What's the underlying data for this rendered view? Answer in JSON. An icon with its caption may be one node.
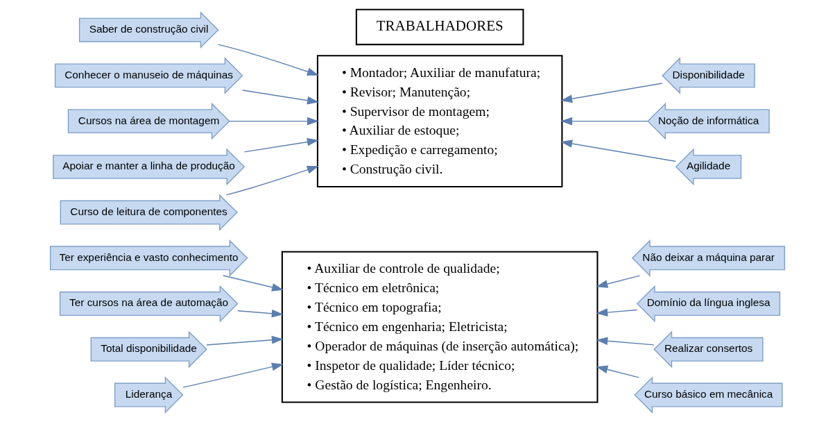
{
  "diagram": {
    "nodes": [
      {
        "text": [
          "TRABALHADORES"
        ]
      },
      {
        "text": [
          "• Montador; Auxiliar de manufatura;",
          "• Revisor; Manutenção;",
          "• Supervisor de montagem;",
          "• Auxiliar de estoque;",
          "• Expedição e carregamento;",
          "• Construção civil."
        ]
      },
      {
        "text": [
          "• Auxiliar de controle de qualidade;",
          "• Técnico em eletrônica;",
          "• Técnico em topografia;",
          "• Técnico em engenharia; Eletricista;",
          "• Operador de máquinas (de inserção automática);",
          "• Inspetor de qualidade; Líder técnico;",
          "• Gestão de logística; Engenheiro."
        ]
      },
      {
        "text": [
          "Curso de leitura de componentes"
        ]
      },
      {
        "text": [
          "Apoiar e manter a linha de produção"
        ]
      },
      {
        "text": [
          "Cursos na área de montagem"
        ]
      },
      {
        "text": [
          "Conhecer o manuseio de máquinas"
        ]
      },
      {
        "text": [
          "Saber de construção civil"
        ]
      },
      {
        "text": [
          "Agilidade"
        ]
      },
      {
        "text": [
          "Noção de informática"
        ]
      },
      {
        "text": [
          "Disponibilidade"
        ]
      },
      {
        "text": [
          "Liderança"
        ]
      },
      {
        "text": [
          "Total disponibilidade"
        ]
      },
      {
        "text": [
          "Ter cursos na área de automação"
        ]
      },
      {
        "text": [
          "Ter experiência e vasto conhecimento"
        ]
      },
      {
        "text": [
          "Curso básico em mecânica"
        ]
      },
      {
        "text": [
          "Realizar consertos"
        ]
      },
      {
        "text": [
          "Domínio da língua inglesa"
        ]
      },
      {
        "text": [
          "Não deixar a máquina parar"
        ]
      }
    ],
    "edges": [
      {
        "from": 3,
        "to": 1,
        "arrow": "to"
      },
      {
        "from": 4,
        "to": 1,
        "arrow": "to"
      },
      {
        "from": 5,
        "to": 1,
        "arrow": "to"
      },
      {
        "from": 6,
        "to": 1,
        "arrow": "to"
      },
      {
        "from": 7,
        "to": 1,
        "arrow": "to"
      },
      {
        "from": 8,
        "to": 1,
        "arrow": "to"
      },
      {
        "from": 9,
        "to": 1,
        "arrow": "to"
      },
      {
        "from": 10,
        "to": 1,
        "arrow": "to"
      },
      {
        "from": 11,
        "to": 2,
        "arrow": "to"
      },
      {
        "from": 12,
        "to": 2,
        "arrow": "to"
      },
      {
        "from": 13,
        "to": 2,
        "arrow": "to"
      },
      {
        "from": 14,
        "to": 2,
        "arrow": "to"
      },
      {
        "from": 15,
        "to": 2,
        "arrow": "to"
      },
      {
        "from": 16,
        "to": 2,
        "arrow": "to"
      },
      {
        "from": 17,
        "to": 2,
        "arrow": "to"
      },
      {
        "from": 18,
        "to": 2,
        "arrow": "to"
      }
    ]
  }
}
